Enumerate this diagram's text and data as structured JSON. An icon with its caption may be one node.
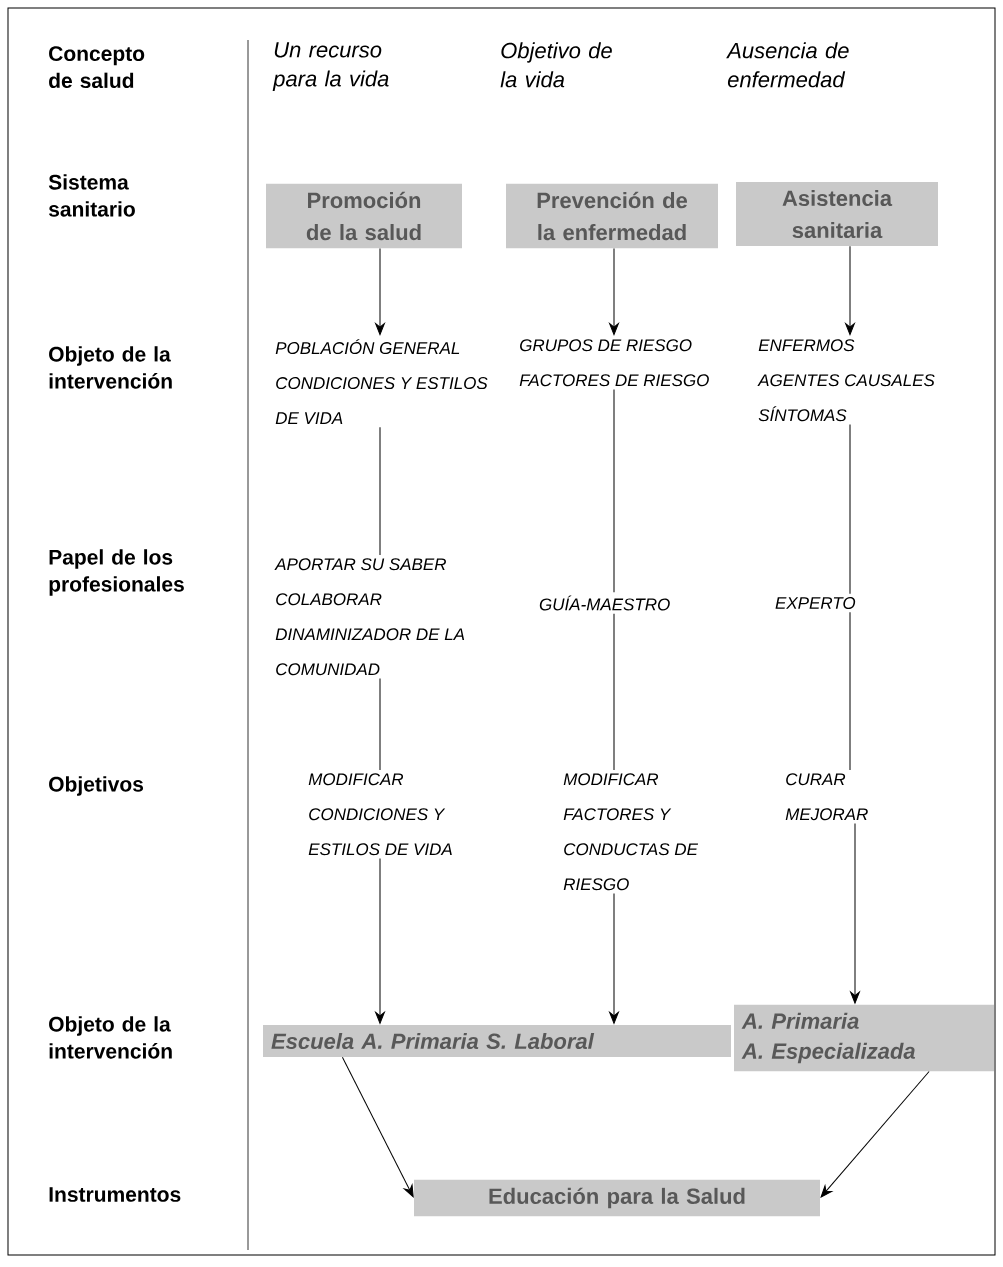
{
  "diagram": {
    "nodes": [
      {
        "text": [
          "Promoción de la salud"
        ]
      },
      {
        "text": [
          "Prevención de la enfermedad"
        ]
      },
      {
        "text": [
          "Asistencia sanitaria"
        ]
      },
      {
        "text": [
          "POBLACIÓN GENERAL",
          "CONDICIONES Y ESTILOS DE VIDA"
        ]
      },
      {
        "text": [
          "GRUPOS DE RIESGO",
          "FACTORES DE RIESGO"
        ]
      },
      {
        "text": [
          "ENFERMOS",
          "AGENTES CAUSALES",
          "SÍNTOMAS"
        ]
      },
      {
        "text": [
          "APORTAR SU SABER",
          "COLABORAR",
          "DINAMINIZADOR DE LA COMUNIDAD"
        ]
      },
      {
        "text": [
          "GUÍA-MAESTRO"
        ]
      },
      {
        "text": [
          "EXPERTO"
        ]
      },
      {
        "text": [
          "MODIFICAR CONDICIONES Y ESTILOS DE VIDA"
        ]
      },
      {
        "text": [
          "MODIFICAR FACTORES Y CONDUCTAS DE RIESGO"
        ]
      },
      {
        "text": [
          "CURAR",
          "MEJORAR"
        ]
      },
      {
        "text": [
          "Escuela A. Primaria S. Laboral"
        ]
      },
      {
        "text": [
          "A. Primaria",
          "A. Especializada"
        ]
      },
      {
        "text": [
          "Educación para la Salud"
        ]
      }
    ],
    "edges": [
      {
        "from": 0,
        "to": 3,
        "arrow": "to"
      },
      {
        "from": 1,
        "to": 4,
        "arrow": "to"
      },
      {
        "from": 2,
        "to": 5,
        "arrow": "to"
      },
      {
        "from": 3,
        "to": 6,
        "arrow": "none"
      },
      {
        "from": 4,
        "to": 7,
        "arrow": "none"
      },
      {
        "from": 5,
        "to": 8,
        "arrow": "none"
      },
      {
        "from": 6,
        "to": 9,
        "arrow": "none"
      },
      {
        "from": 7,
        "to": 10,
        "arrow": "none"
      },
      {
        "from": 8,
        "to": 11,
        "arrow": "none"
      },
      {
        "from": 9,
        "to": 12,
        "arrow": "to"
      },
      {
        "from": 10,
        "to": 12,
        "arrow": "to"
      },
      {
        "from": 11,
        "to": 13,
        "arrow": "to"
      },
      {
        "from": 12,
        "to": 14,
        "arrow": "to"
      },
      {
        "from": 13,
        "to": 14,
        "arrow": "to"
      }
    ],
    "labels": [
      "Concepto de salud",
      "Un recurso para la vida",
      "Objetivo de la vida",
      "Ausencia de enfermedad",
      "Sistema sanitario",
      "Objeto de la intervención",
      "Papel de los profesionales",
      "Objetivos",
      "Objeto de la intervención",
      "Instrumentos"
    ]
  }
}
